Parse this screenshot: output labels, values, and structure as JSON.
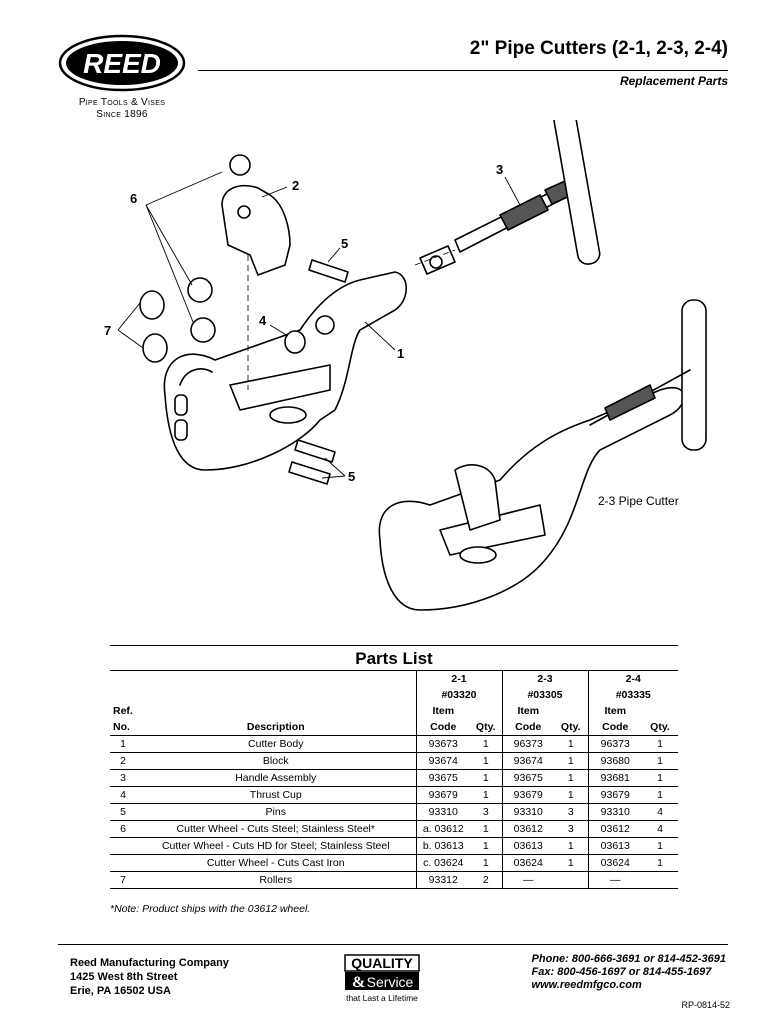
{
  "header": {
    "brand": "REED",
    "tagline_1": "Pipe Tools & Vises",
    "tagline_2": "Since 1896",
    "title": "2\" Pipe Cutters (2-1, 2-3, 2-4)",
    "subtitle": "Replacement Parts"
  },
  "diagram": {
    "callouts": {
      "c1": "1",
      "c2": "2",
      "c3": "3",
      "c4": "4",
      "c5a": "5",
      "c5b": "5",
      "c6": "6",
      "c7": "7"
    },
    "caption_23": "2-3 Pipe Cutter"
  },
  "parts_list": {
    "title": "Parts List",
    "models": [
      {
        "name": "2-1",
        "number": "#03320"
      },
      {
        "name": "2-3",
        "number": "#03305"
      },
      {
        "name": "2-4",
        "number": "#03335"
      }
    ],
    "labels": {
      "ref": "Ref.",
      "no": "No.",
      "description": "Description",
      "item": "Item",
      "code": "Code",
      "qty": "Qty."
    },
    "rows": [
      {
        "ref": "1",
        "desc": "Cutter Body",
        "c1": "93673",
        "q1": "1",
        "c3": "96373",
        "q3": "1",
        "c4": "96373",
        "q4": "1"
      },
      {
        "ref": "2",
        "desc": "Block",
        "c1": "93674",
        "q1": "1",
        "c3": "93674",
        "q3": "1",
        "c4": "93680",
        "q4": "1"
      },
      {
        "ref": "3",
        "desc": "Handle Assembly",
        "c1": "93675",
        "q1": "1",
        "c3": "93675",
        "q3": "1",
        "c4": "93681",
        "q4": "1"
      },
      {
        "ref": "4",
        "desc": "Thrust Cup",
        "c1": "93679",
        "q1": "1",
        "c3": "93679",
        "q3": "1",
        "c4": "93679",
        "q4": "1"
      },
      {
        "ref": "5",
        "desc": "Pins",
        "c1": "93310",
        "q1": "3",
        "c3": "93310",
        "q3": "3",
        "c4": "93310",
        "q4": "4"
      },
      {
        "ref": "6",
        "desc": "Cutter Wheel - Cuts Steel; Stainless Steel*",
        "c1": "a. 03612",
        "q1": "1",
        "c3": "03612",
        "q3": "3",
        "c4": "03612",
        "q4": "4"
      },
      {
        "ref": "",
        "desc": "Cutter Wheel - Cuts HD for Steel; Stainless Steel",
        "c1": "b. 03613",
        "q1": "1",
        "c3": "03613",
        "q3": "1",
        "c4": "03613",
        "q4": "1"
      },
      {
        "ref": "",
        "desc": "Cutter Wheel - Cuts Cast Iron",
        "c1": "c. 03624",
        "q1": "1",
        "c3": "03624",
        "q3": "1",
        "c4": "03624",
        "q4": "1"
      },
      {
        "ref": "7",
        "desc": "Rollers",
        "c1": "93312",
        "q1": "2",
        "c3": "—",
        "q3": "",
        "c4": "—",
        "q4": ""
      }
    ],
    "note": "*Note: Product ships with the 03612 wheel."
  },
  "footer": {
    "company": "Reed Manufacturing Company",
    "street": "1425 West 8th Street",
    "city": "Erie, PA 16502 USA",
    "quality_1": "QUALITY",
    "quality_amp": "&",
    "quality_2": "Service",
    "quality_3": "that Last a Lifetime",
    "phone": "Phone: 800-666-3691 or 814-452-3691",
    "fax": "Fax: 800-456-1697 or 814-455-1697",
    "web": "www.reedmfgco.com",
    "doc_number": "RP-0814-52"
  }
}
